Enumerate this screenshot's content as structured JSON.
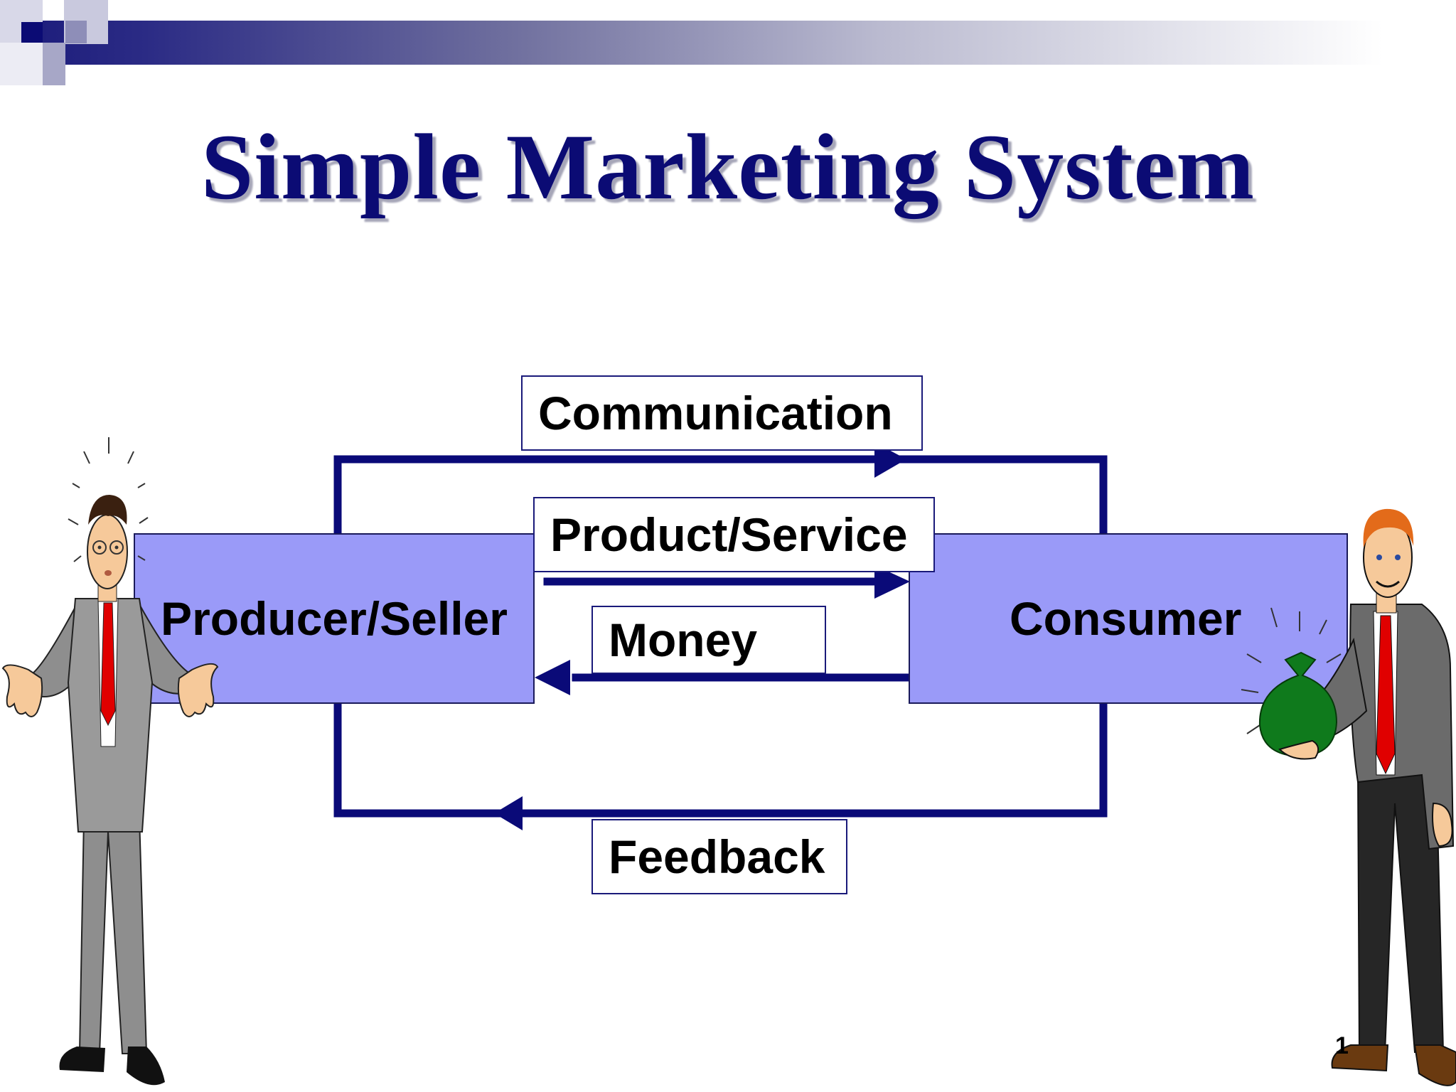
{
  "slide": {
    "title": "Simple Marketing System",
    "page_number": "1"
  },
  "diagram": {
    "nodes": {
      "producer": "Producer/Seller",
      "consumer": "Consumer"
    },
    "flows": [
      {
        "label": "Communication",
        "from": "producer",
        "to": "consumer"
      },
      {
        "label": "Product/Service",
        "from": "producer",
        "to": "consumer"
      },
      {
        "label": "Money",
        "from": "consumer",
        "to": "producer"
      },
      {
        "label": "Feedback",
        "from": "consumer",
        "to": "producer"
      }
    ]
  },
  "colors": {
    "title": "#0b0b74",
    "box_fill": "#9a9af8",
    "arrow": "#0a0a78",
    "money_bag": "#0f7a1c"
  },
  "illustrations": {
    "left": "confused-businessman-icon",
    "right": "businessman-with-money-bag-icon"
  }
}
